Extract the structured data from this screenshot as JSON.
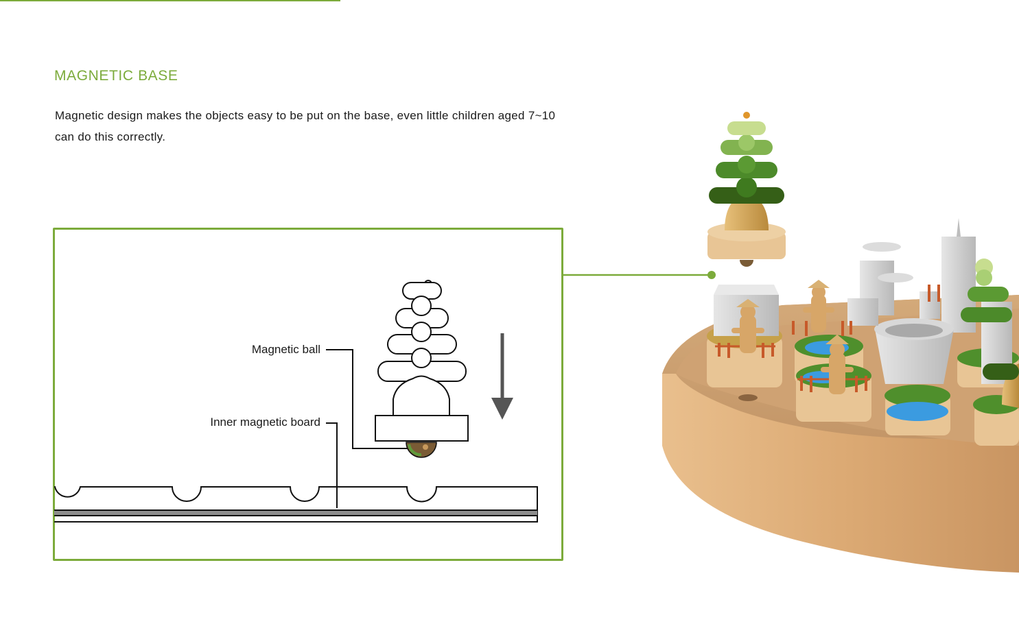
{
  "colors": {
    "accent": "#7cab3b",
    "line": "#111111",
    "arrow": "#555555",
    "wood": "#e2b27e",
    "concrete": "#cfcfcf",
    "water": "#3b9be0",
    "grass": "#4f8f2c"
  },
  "section": {
    "title": "MAGNETIC BASE",
    "description": "Magnetic design makes the objects easy to be put on the base, even little children aged 7~10 can do this correctly."
  },
  "diagram": {
    "labels": {
      "magnetic_ball": "Magnetic ball",
      "inner_board": "Inner magnetic board"
    },
    "icons": [
      "down-arrow-icon"
    ]
  }
}
